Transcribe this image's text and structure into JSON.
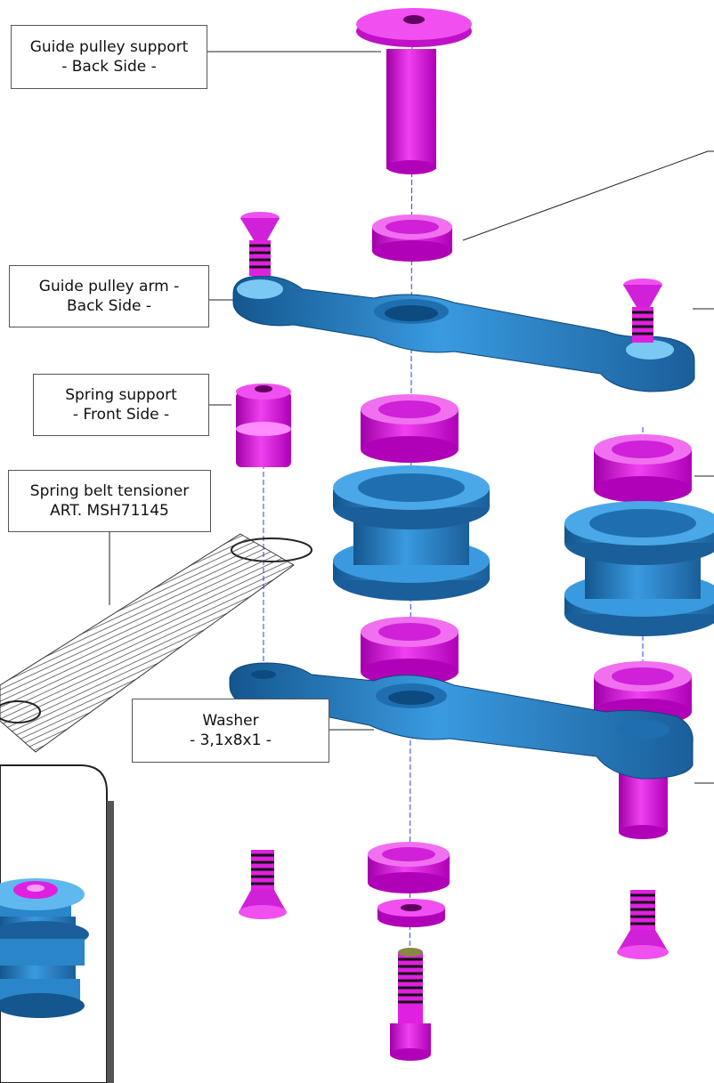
{
  "labels": {
    "guide_pulley_support": {
      "line1": "Guide pulley support",
      "line2": "- Back Side -"
    },
    "guide_pulley_arm": {
      "line1": "Guide pulley arm -",
      "line2": "Back Side -"
    },
    "spring_support": {
      "line1": "Spring support",
      "line2": "- Front Side -"
    },
    "spring_belt_tensioner": {
      "line1": "Spring belt tensioner",
      "line2": "ART. MSH71145"
    },
    "washer": {
      "line1": "Washer",
      "line2": "- 3,1x8x1 -"
    }
  },
  "colors": {
    "magenta": "#e020e0",
    "magenta_light": "#ff7cff",
    "magenta_dark": "#a000a8",
    "blue": "#2a86c8",
    "blue_light": "#5fb8ee",
    "blue_dark": "#14568e",
    "axis": "#3040e0",
    "spring": "#444444"
  }
}
